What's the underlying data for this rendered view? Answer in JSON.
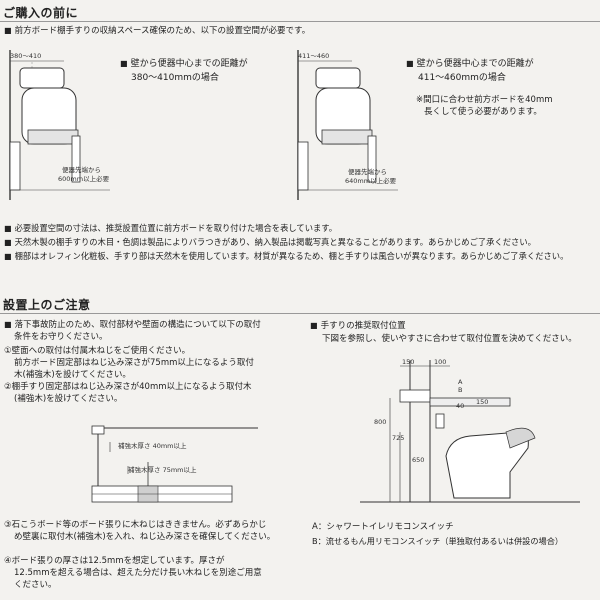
{
  "section1": {
    "title": "ご購入の前に",
    "intro": "前方ボード棚手すりの収納スペース確保のため、以下の設置空間が必要です。",
    "case_a": {
      "dim": "380～410",
      "line1": "壁から便器中心までの距離が",
      "line2": "380～410mmの場合",
      "floor_note_1": "便器先端から",
      "floor_note_2": "600mm以上必要"
    },
    "case_b": {
      "dim": "411～460",
      "line1": "壁から便器中心までの距離が",
      "line2": "411～460mmの場合",
      "ref1": "※間口に合わせ前方ボードを40mm",
      "ref2": "長くして使う必要があります。",
      "floor_note_1": "便器先端から",
      "floor_note_2": "640mm以上必要"
    },
    "notes": [
      "必要設置空間の寸法は、推奨設置位置に前方ボードを取り付けた場合を表しています。",
      "天然木製の棚手すりの木目・色調は製品によりバラつきがあり、納入製品は掲載写真と異なることがあります。あらかじめご了承ください。",
      "棚部はオレフィン化粧板、手すり部は天然木を使用しています。材質が異なるため、棚と手すりは風合いが異なります。あらかじめご了承ください。"
    ]
  },
  "section2": {
    "title": "設置上のご注意",
    "left": {
      "l1": "落下事故防止のため、取付部材や壁面の構造について以下の取付",
      "l2": "条件をお守りください。",
      "l3": "①壁面への取付は付属木ねじをご使用ください。",
      "l4": "前方ボード固定部はねじ込み深さが75mm以上になるよう取付",
      "l5": "木(補強木)を設けてください。",
      "l6": "②棚手すり固定部はねじ込み深さが40mm以上になるよう取付木",
      "l7": "(補強木)を設けてください。",
      "d1": "補強木厚さ 40mm以上",
      "d2": "補強木厚さ 75mm以上",
      "l8": "③石こうボード等のボード張りに木ねじはききません。必ずあらかじ",
      "l9": "め壁裏に取付木(補強木)を入れ、ねじ込み深さを確保してください。",
      "l10": "④ボード張りの厚さは12.5mmを想定しています。厚さが",
      "l11": "12.5mmを超える場合は、超えた分だけ長い木ねじを別途ご用意",
      "l12": "ください。"
    },
    "right": {
      "h": "手すりの推奨取付位置",
      "sub": "下図を参照し、使いやすさに合わせて取付位置を決めてください。",
      "dims": {
        "d150a": "150",
        "d100": "100",
        "d40": "40",
        "d150b": "150",
        "d800": "800",
        "d725": "725",
        "d650": "650",
        "A": "A",
        "B": "B"
      },
      "legendA": "A：シャワートイレリモコンスイッチ",
      "legendB": "B：流せるもん用リモコンスイッチ（単独取付あるいは併設の場合）"
    }
  }
}
